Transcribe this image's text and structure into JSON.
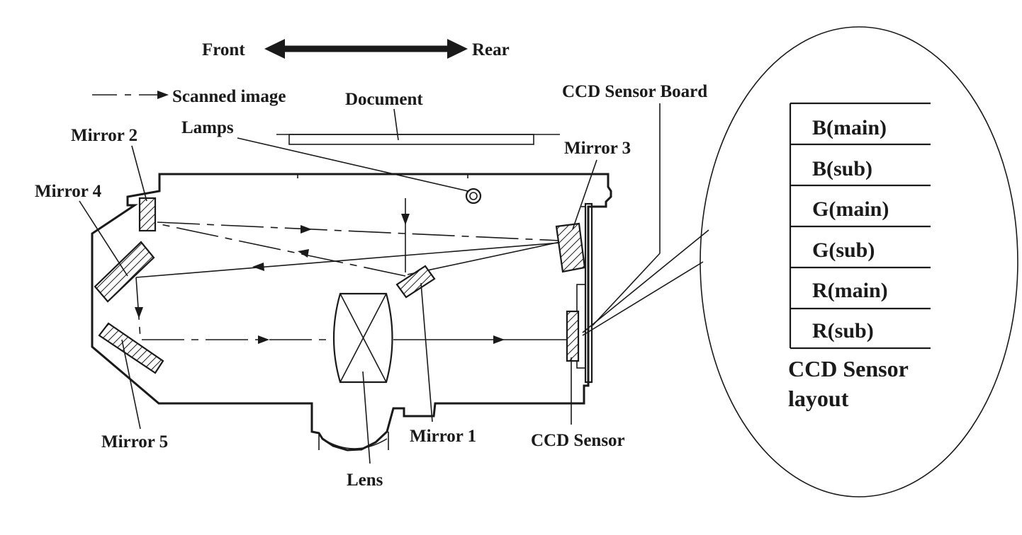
{
  "direction": {
    "front": "Front",
    "rear": "Rear"
  },
  "legend": {
    "scanned_image": "Scanned image"
  },
  "labels": {
    "document": "Document",
    "lamps": "Lamps",
    "mirror1": "Mirror 1",
    "mirror2": "Mirror 2",
    "mirror3": "Mirror 3",
    "mirror4": "Mirror 4",
    "mirror5": "Mirror 5",
    "lens": "Lens",
    "ccd_sensor": "CCD Sensor",
    "ccd_sensor_board": "CCD Sensor Board"
  },
  "ccd_layout": {
    "title_line1": "CCD Sensor",
    "title_line2": "layout",
    "rows": [
      "B(main)",
      "B(sub)",
      "G(main)",
      "G(sub)",
      "R(main)",
      "R(sub)"
    ]
  }
}
